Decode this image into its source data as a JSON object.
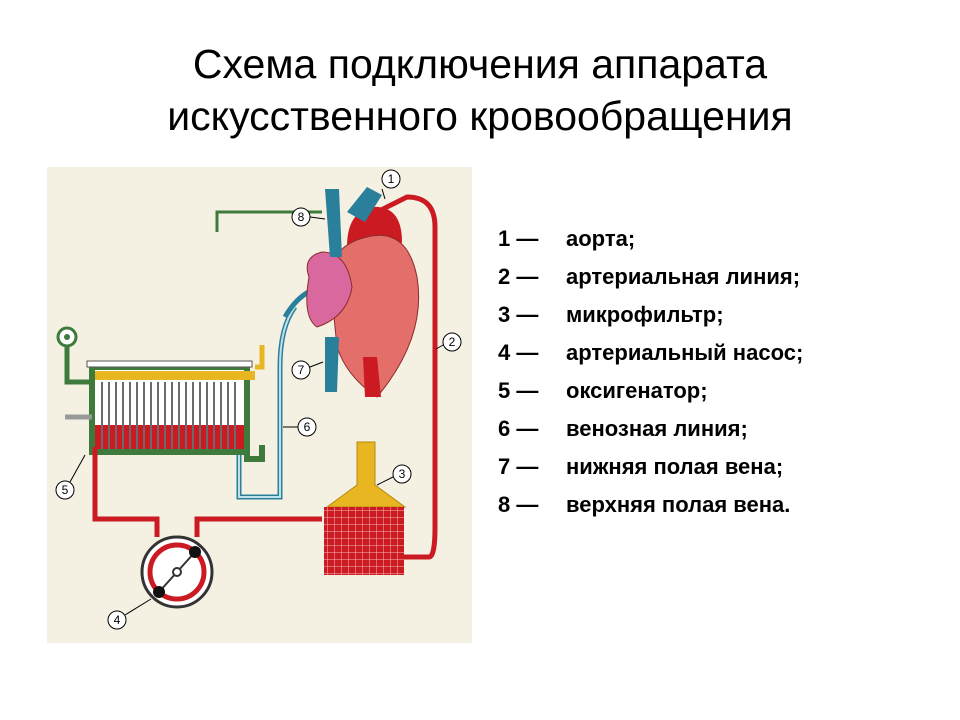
{
  "title": {
    "line1": "Схема подключения аппарата",
    "line2": "искусственного кровообращения"
  },
  "diagram": {
    "background": "#f4f1e3",
    "colors": {
      "arterial": "#cc1a22",
      "venous": "#2a7f9a",
      "oxygenator_frame": "#3e7a3c",
      "filter_top": "#e7b621",
      "heart": "#e46f6a",
      "atrium": "#d9689f"
    },
    "markers": [
      "1",
      "2",
      "3",
      "4",
      "5",
      "6",
      "7",
      "8"
    ]
  },
  "legend": [
    {
      "num": "1 —",
      "text": "аорта;"
    },
    {
      "num": "2 —",
      "text": "артериальная линия;"
    },
    {
      "num": "3 —",
      "text": "микрофильтр;"
    },
    {
      "num": "4 —",
      "text": "артериальный насос;"
    },
    {
      "num": "5 —",
      "text": "оксигенатор;"
    },
    {
      "num": "6 —",
      "text": "венозная линия;"
    },
    {
      "num": "7 —",
      "text": "нижняя полая вена;"
    },
    {
      "num": "8 —",
      "text": "верхняя полая вена."
    }
  ]
}
